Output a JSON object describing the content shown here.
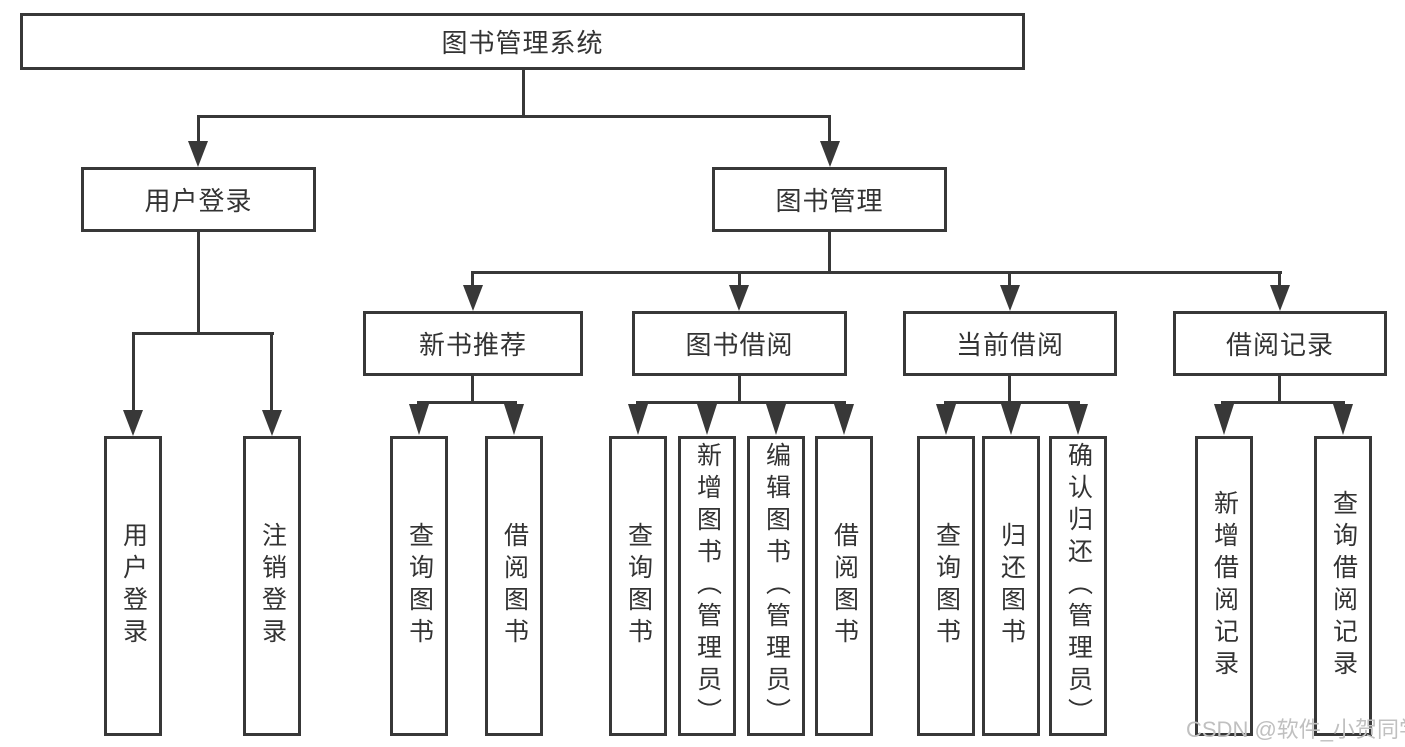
{
  "diagram_type": "functional-structure-tree",
  "tree": {
    "label": "图书管理系统",
    "children": [
      {
        "label": "用户登录",
        "children": [
          {
            "label": "用户登录"
          },
          {
            "label": "注销登录"
          }
        ]
      },
      {
        "label": "图书管理",
        "children": [
          {
            "label": "新书推荐",
            "children": [
              {
                "label": "查询图书"
              },
              {
                "label": "借阅图书"
              }
            ]
          },
          {
            "label": "图书借阅",
            "children": [
              {
                "label": "查询图书"
              },
              {
                "label": "新增图书（管理员）"
              },
              {
                "label": "编辑图书（管理员）"
              },
              {
                "label": "借阅图书"
              }
            ]
          },
          {
            "label": "当前借阅",
            "children": [
              {
                "label": "查询图书"
              },
              {
                "label": "归还图书"
              },
              {
                "label": "确认归还（管理员）"
              }
            ]
          },
          {
            "label": "借阅记录",
            "children": [
              {
                "label": "新增借阅记录"
              },
              {
                "label": "查询借阅记录"
              }
            ]
          }
        ]
      }
    ]
  },
  "watermark": {
    "text": "CSDN @软件_小贺同学"
  },
  "colors": {
    "line": "#383838",
    "text": "#333333",
    "watermark": "#c0c0c0",
    "background": "#ffffff"
  }
}
